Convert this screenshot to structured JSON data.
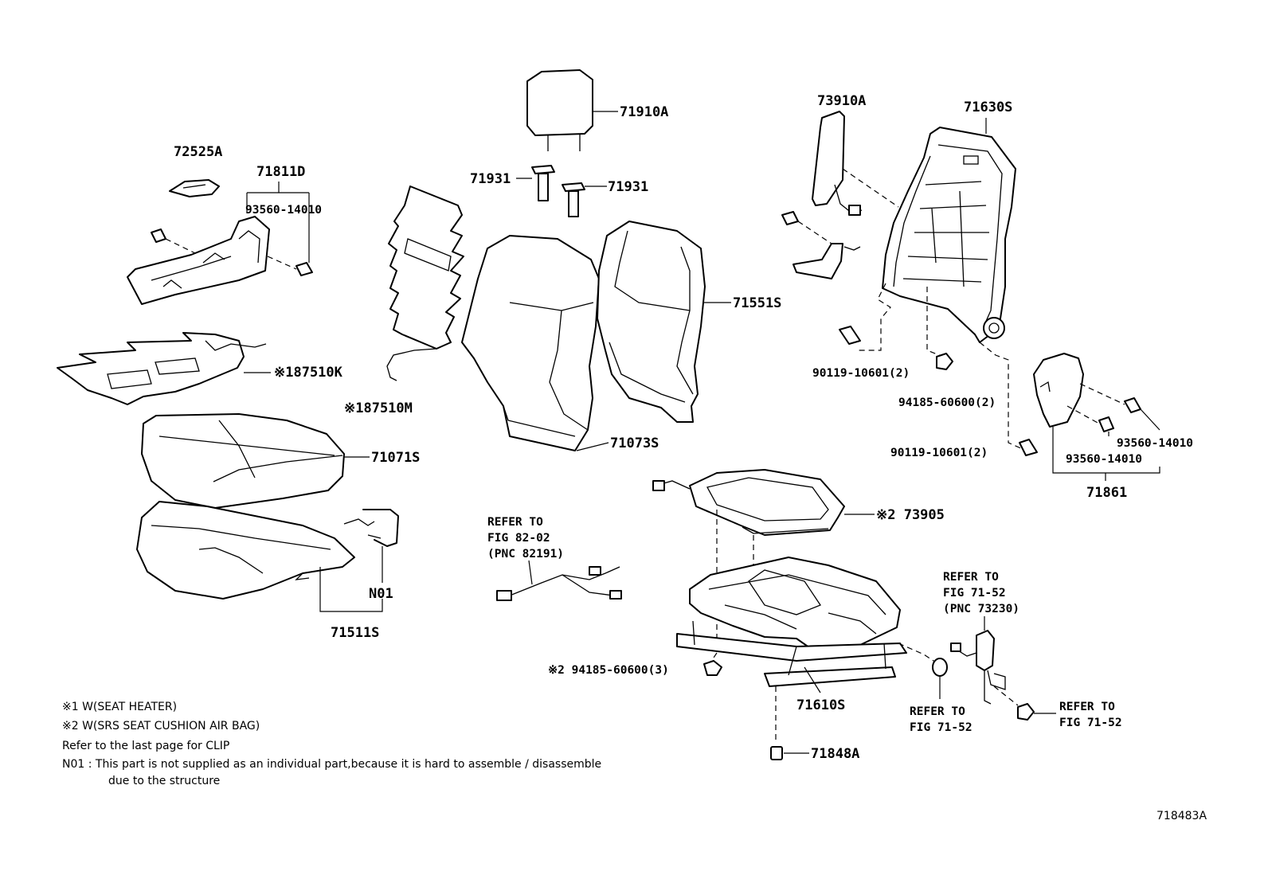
{
  "parts": {
    "p72525A": "72525A",
    "p71811D": "71811D",
    "p93560_top": "93560-14010",
    "p187510K": "※187510K",
    "p187510M": "※187510M",
    "p71071S": "71071S",
    "pN01": "N01",
    "p71511S": "71511S",
    "p71910A": "71910A",
    "p71931_a": "71931",
    "p71931_b": "71931",
    "p71073S": "71073S",
    "p71551S": "71551S",
    "p73910A": "73910A",
    "p71630S": "71630S",
    "p90119_a": "90119-10601(2)",
    "p94185_a": "94185-60600(2)",
    "p90119_b": "90119-10601(2)",
    "p93560_r1": "93560-14010",
    "p93560_r2": "93560-14010",
    "p71861": "71861",
    "p73905": "※2 73905",
    "p94185_b": "※2 94185-60600(3)",
    "p71610S": "71610S",
    "p71848A": "71848A"
  },
  "refs": {
    "harness": [
      "REFER TO",
      "FIG 82-02",
      "(PNC 82191)"
    ],
    "belt": [
      "REFER TO",
      "FIG 71-52",
      "(PNC 73230)"
    ],
    "washer": [
      "REFER TO",
      "FIG 71-52"
    ],
    "bolt": [
      "REFER TO",
      "FIG 71-52"
    ]
  },
  "notes": {
    "n1": "※1 W(SEAT HEATER)",
    "n2": "※2 W(SRS SEAT CUSHION AIR BAG)",
    "n3": "Refer to the last page for CLIP",
    "n4": "N01 : This part is not supplied as an individual part,because it is hard to assemble / disassemble",
    "n5": "due to the structure"
  },
  "figure_id": "718483A"
}
